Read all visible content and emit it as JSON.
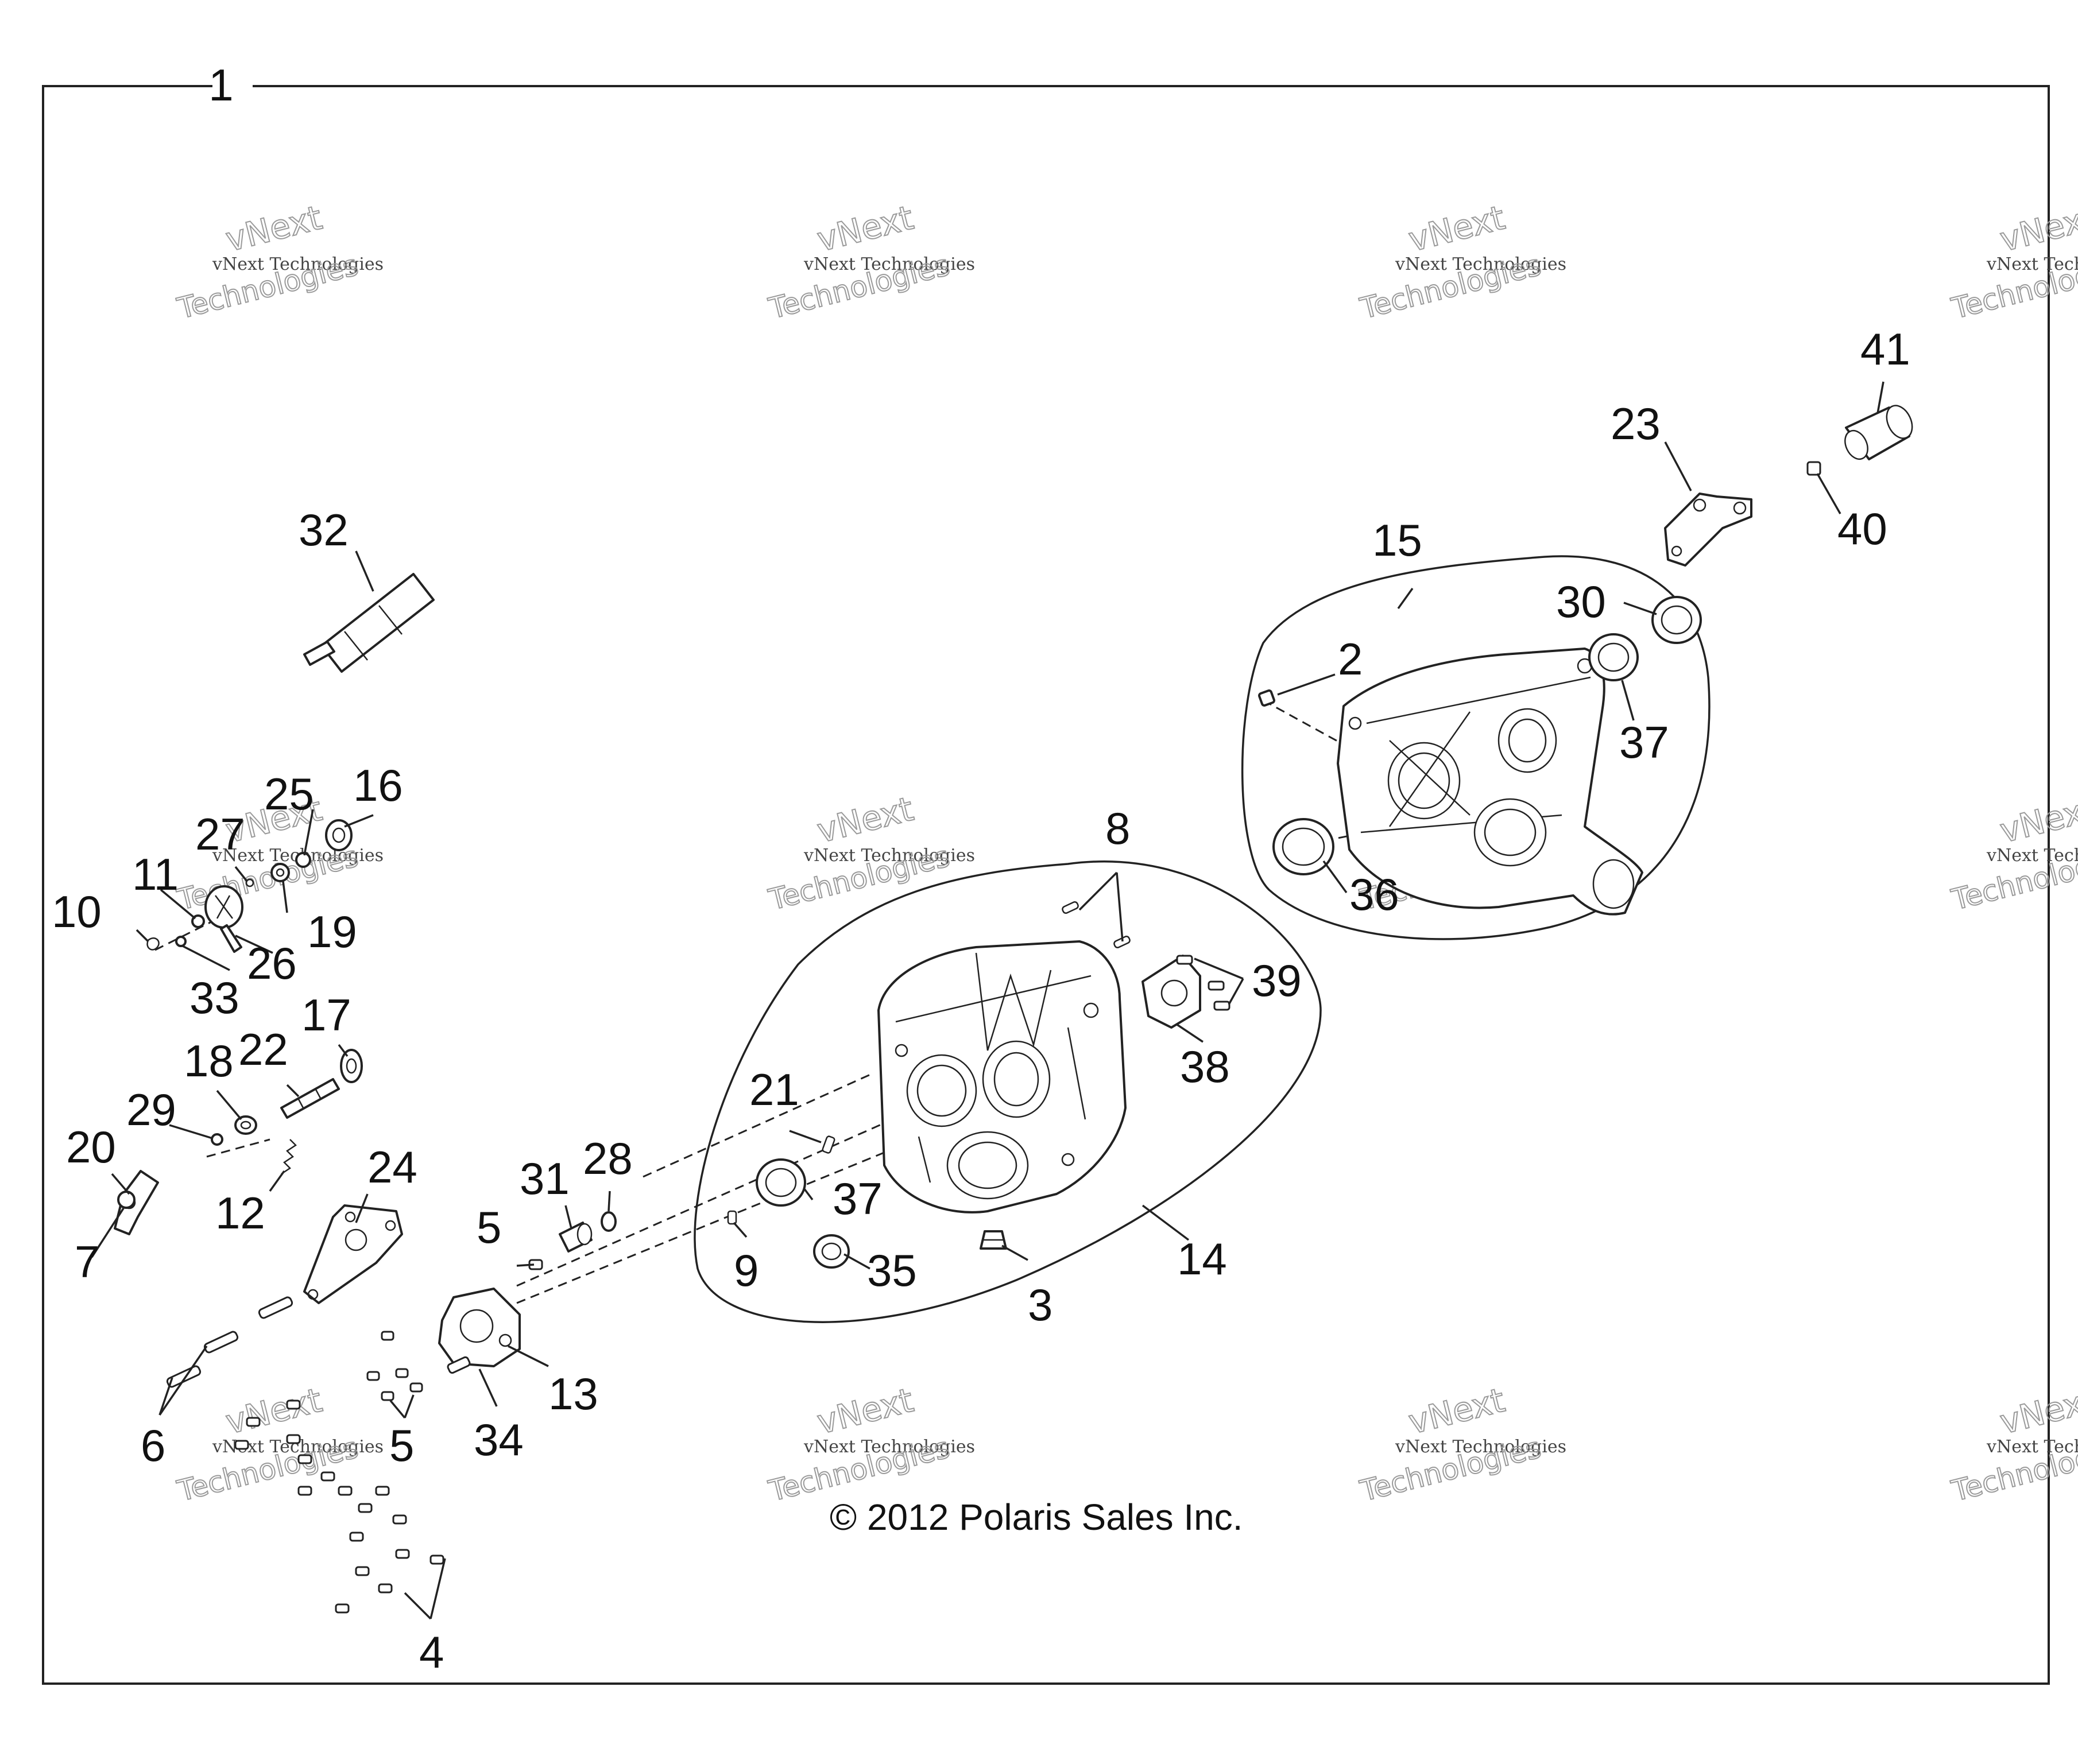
{
  "diagram": {
    "assembly_callout": "1",
    "copyright": "© 2012 Polaris Sales Inc.",
    "watermark": {
      "line1": "vNext Technologies",
      "line2": "vNext",
      "line3": "Technologies"
    },
    "callouts": {
      "c2": "2",
      "c3": "3",
      "c4": "4",
      "c5a": "5",
      "c5b": "5",
      "c6": "6",
      "c7": "7",
      "c8": "8",
      "c9": "9",
      "c10": "10",
      "c11": "11",
      "c12": "12",
      "c13": "13",
      "c14": "14",
      "c15": "15",
      "c16": "16",
      "c17": "17",
      "c18": "18",
      "c19": "19",
      "c20": "20",
      "c21": "21",
      "c22": "22",
      "c23": "23",
      "c24": "24",
      "c25": "25",
      "c26": "26",
      "c27": "27",
      "c28": "28",
      "c29": "29",
      "c30": "30",
      "c31": "31",
      "c32": "32",
      "c33": "33",
      "c34": "34",
      "c35": "35",
      "c36": "36",
      "c37a": "37",
      "c37b": "37",
      "c38": "38",
      "c39": "39",
      "c40": "40",
      "c41": "41"
    }
  }
}
